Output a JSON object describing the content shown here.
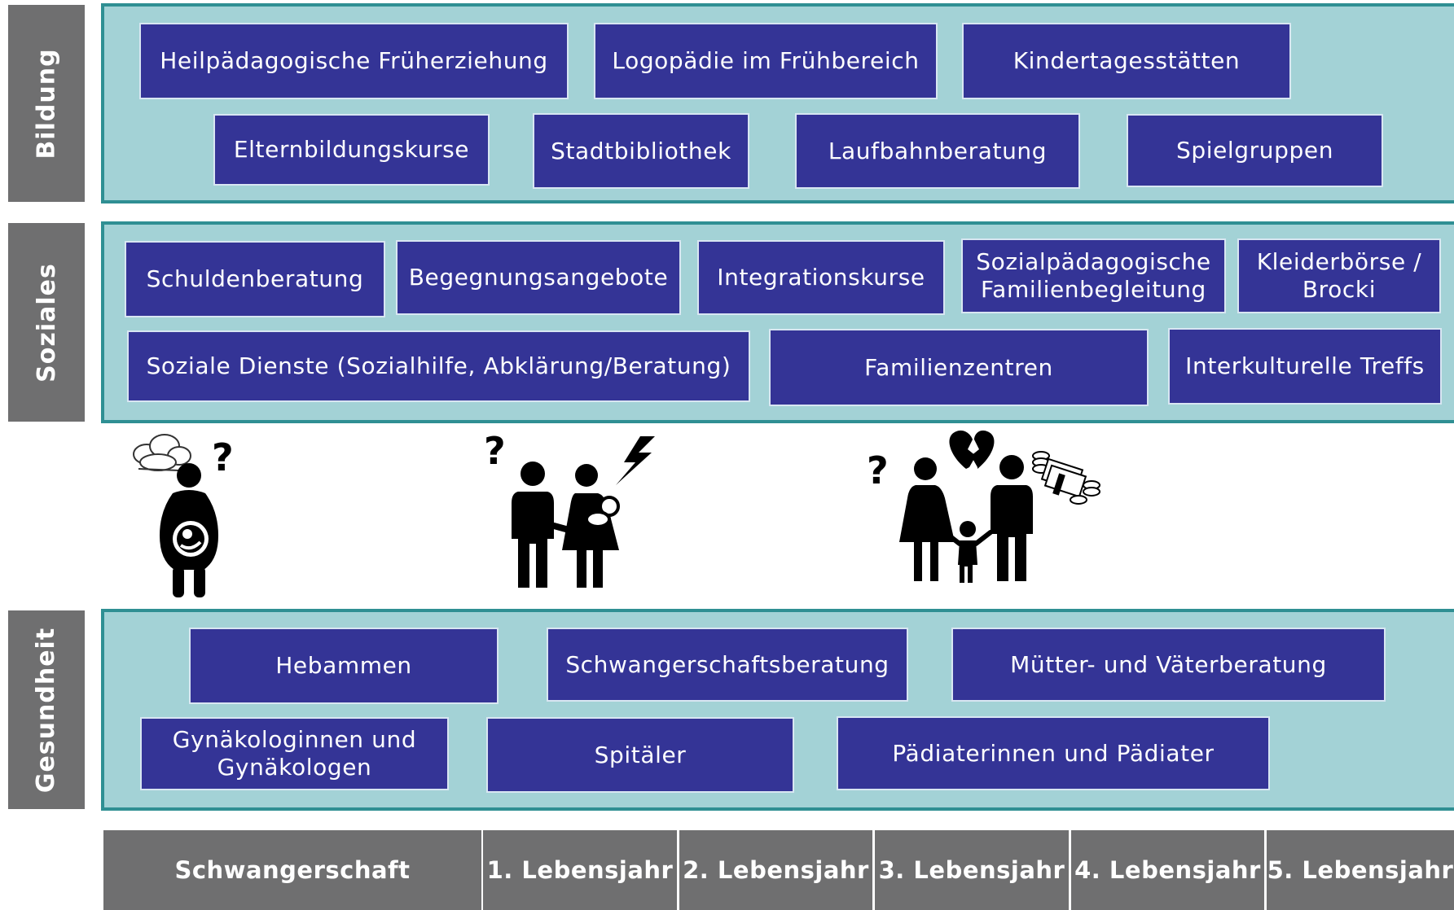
{
  "sections": {
    "bildung": {
      "label": "Bildung",
      "items": [
        "Heilpädagogische Früherziehung",
        "Logopädie im Frühbereich",
        "Kindertagesstätten",
        "Elternbildungskurse",
        "Stadtbibliothek",
        "Laufbahnberatung",
        "Spielgruppen"
      ]
    },
    "soziales": {
      "label": "Soziales",
      "items": [
        "Schuldenberatung",
        "Begegnungsangebote",
        "Integrationskurse",
        "Sozialpädagogische Familienbegleitung",
        "Kleiderbörse / Brocki",
        "Soziale Dienste (Sozialhilfe, Abklärung/Beratung)",
        "Familienzentren",
        "Interkulturelle Treffs"
      ]
    },
    "gesundheit": {
      "label": "Gesundheit",
      "items": [
        "Hebammen",
        "Schwangerschaftsberatung",
        "Mütter- und Väterberatung",
        "Gynäkologinnen und Gynäkologen",
        "Spitäler",
        "Pädiaterinnen und Pädiater"
      ]
    }
  },
  "icons": {
    "question_mark": "?",
    "figures": [
      "pregnant-woman-worried-icon",
      "parents-with-baby-stress-icon",
      "family-broken-heart-money-icon"
    ]
  },
  "timeline": [
    "Schwangerschaft",
    "1. Lebensjahr",
    "2. Lebensjahr",
    "3. Lebensjahr",
    "4. Lebensjahr",
    "5. Lebensjahr"
  ],
  "colors": {
    "box_fill": "#343496",
    "band_fill": "#a3d2d6",
    "band_border": "#2f8f93",
    "side_label_fill": "#6f6f70"
  }
}
